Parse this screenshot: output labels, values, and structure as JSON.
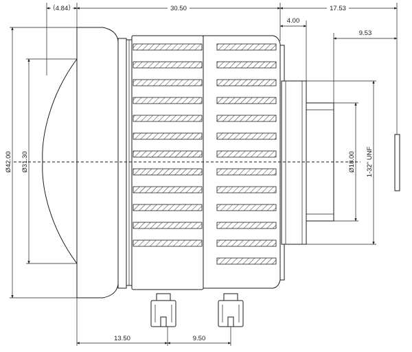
{
  "drawing": {
    "dimensions": {
      "top_back_focus": "（4.84）",
      "top_overall_length": "30.50",
      "top_mount_length": "17.53",
      "mount_step": "4.00",
      "mount_thread_length": "9.53",
      "front_diameter": "Ø42.00",
      "front_glass_diameter": "Ø31.30",
      "mount_inner_diameter": "Ø18.00",
      "mount_thread": "1-32\" UNF",
      "bottom_focus_screw": "13.50",
      "bottom_iris_screw": "9.50"
    }
  }
}
